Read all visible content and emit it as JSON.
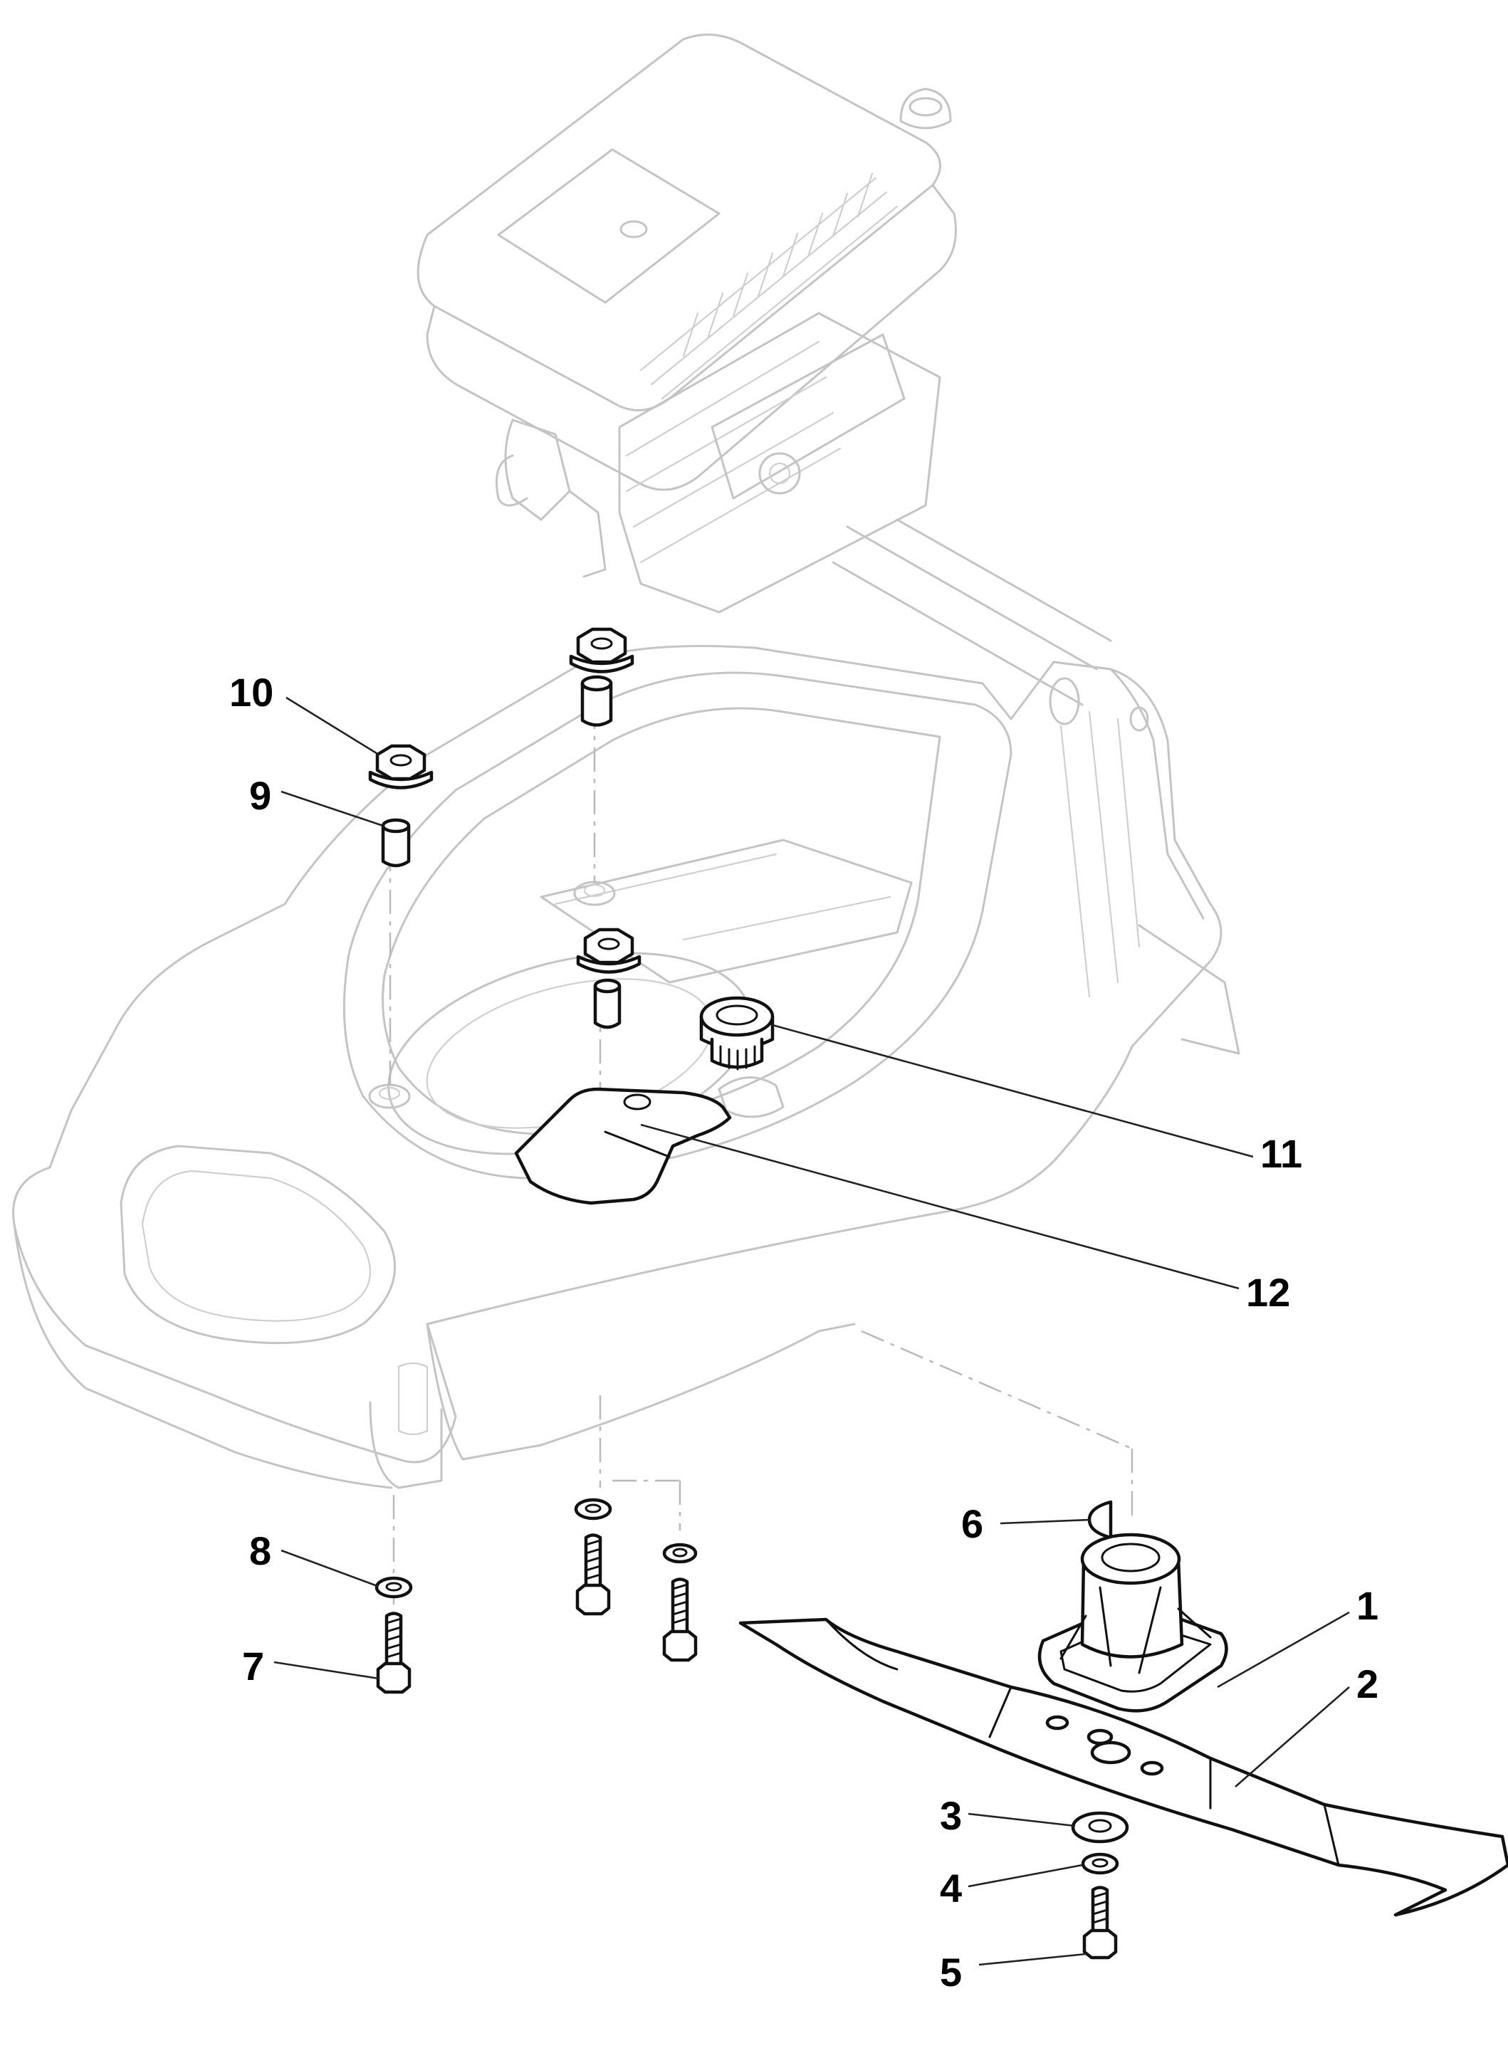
{
  "callouts": [
    {
      "id": "1",
      "text": "1"
    },
    {
      "id": "2",
      "text": "2"
    },
    {
      "id": "3",
      "text": "3"
    },
    {
      "id": "4",
      "text": "4"
    },
    {
      "id": "5",
      "text": "5"
    },
    {
      "id": "6",
      "text": "6"
    },
    {
      "id": "7",
      "text": "7"
    },
    {
      "id": "8",
      "text": "8"
    },
    {
      "id": "9",
      "text": "9"
    },
    {
      "id": "10",
      "text": "10"
    },
    {
      "id": "11",
      "text": "11"
    },
    {
      "id": "12",
      "text": "12"
    }
  ],
  "colors": {
    "part_stroke": "#111111",
    "ghost_stroke": "#c4c4c4",
    "background": "#ffffff"
  }
}
